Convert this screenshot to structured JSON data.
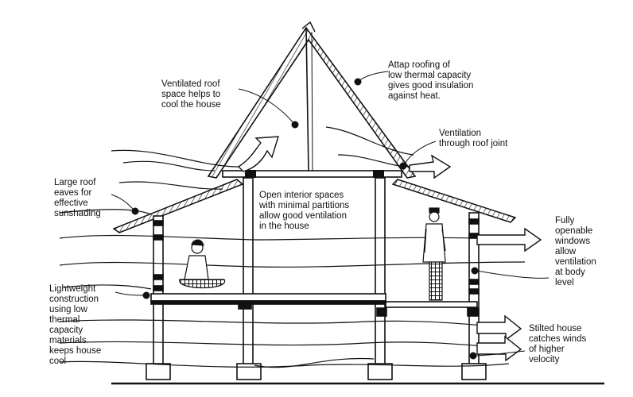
{
  "labels": {
    "attap": "Attap roofing of\nlow thermal capacity\ngives good insulation\nagainst heat.",
    "ventilated_roof": "Ventilated roof\nspace helps to\ncool the house",
    "ventilation_joint": "Ventilation\nthrough roof joint",
    "large_eaves": "Large roof\neaves for\neffective\nsunshading",
    "open_interior": "Open interior spaces\nwith minimal partitions\nallow good ventilation\nin the house",
    "windows": "Fully\nopenable\nwindows\nallow\nventilation\nat body\nlevel",
    "lightweight": "Lightweight\nconstruction\nusing low\nthermal\ncapacity\nmaterials\nkeeps house\ncool",
    "stilted": "Stilted house\ncatches winds\nof higher\nvelocity"
  }
}
